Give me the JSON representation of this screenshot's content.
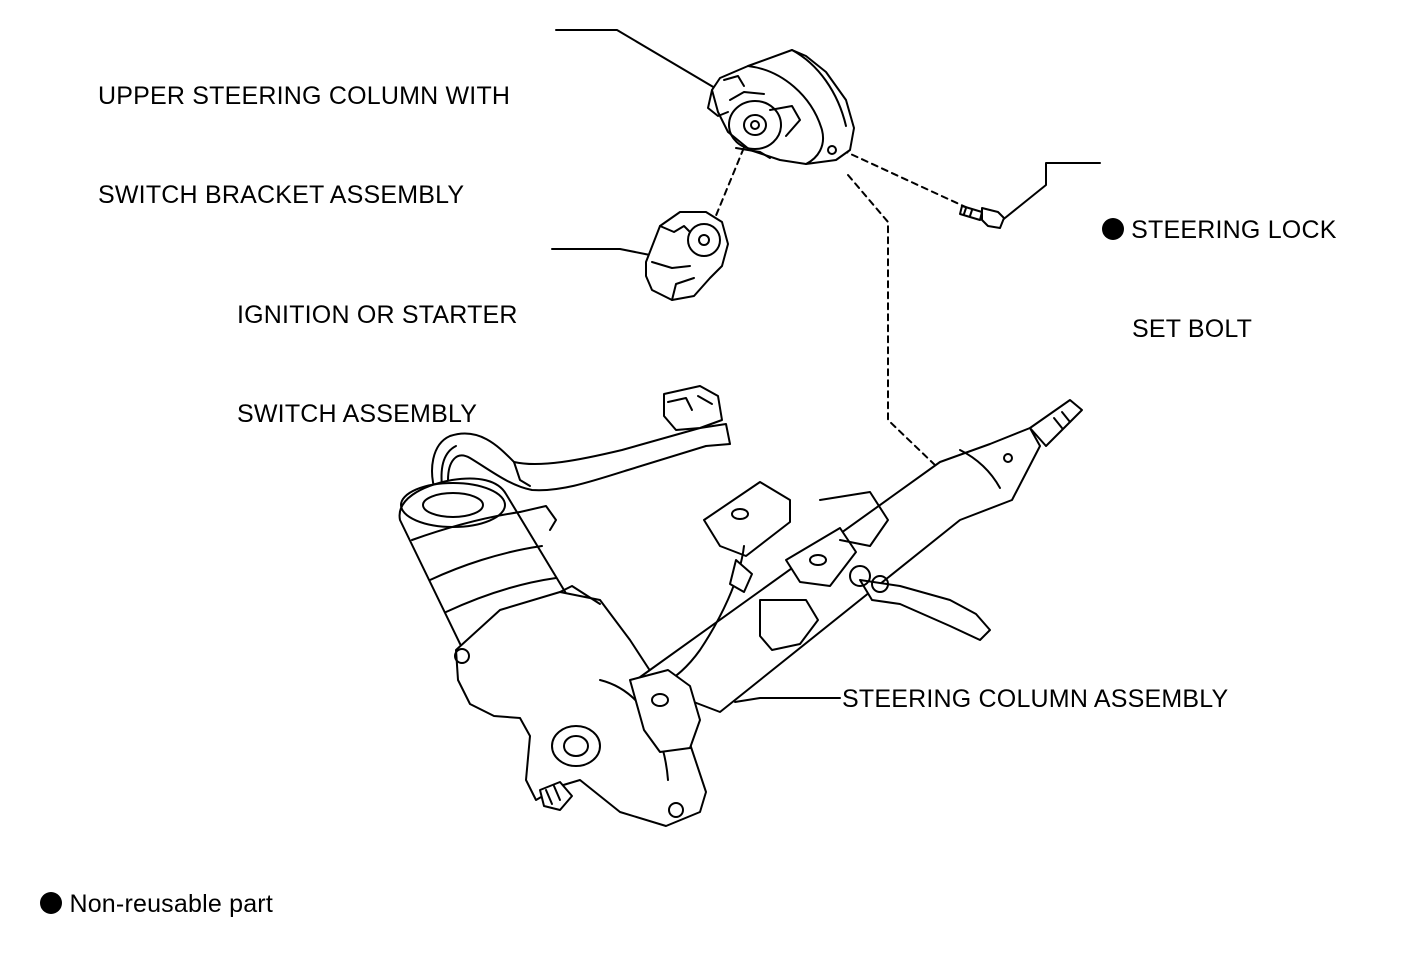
{
  "labels": {
    "upper_column_line1": "UPPER STEERING COLUMN WITH",
    "upper_column_line2": "SWITCH BRACKET ASSEMBLY",
    "ignition_line1": "IGNITION OR STARTER",
    "ignition_line2": "SWITCH ASSEMBLY",
    "lock_bolt_line1": "STEERING LOCK",
    "lock_bolt_line2": "SET BOLT",
    "column_assembly": "STEERING COLUMN ASSEMBLY"
  },
  "legend": {
    "symbol_icon": "filled-circle-icon",
    "text": "Non-reusable part"
  },
  "colors": {
    "ink": "#000000",
    "background": "#ffffff"
  }
}
